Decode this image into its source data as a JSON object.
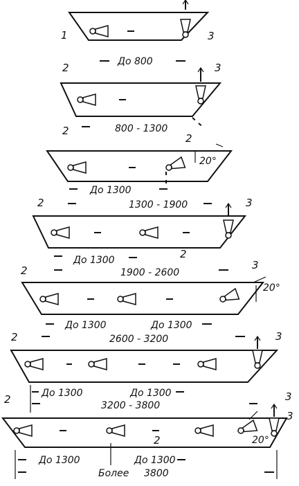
{
  "labels": {
    "n1": "1",
    "n2": "2",
    "n3": "3",
    "angle": "20°"
  },
  "dims": {
    "d_800": "До 800",
    "d_800_1300": "800 - 1300",
    "d_1300": "До 1300",
    "d_1300_1900": "1300 - 1900",
    "d_1900_2600": "1900 - 2600",
    "d_2600_3200": "2600 - 3200",
    "d_3200_3800": "3200 - 3800",
    "d_more_3800_a": "Более",
    "d_more_3800_b": "3800"
  }
}
